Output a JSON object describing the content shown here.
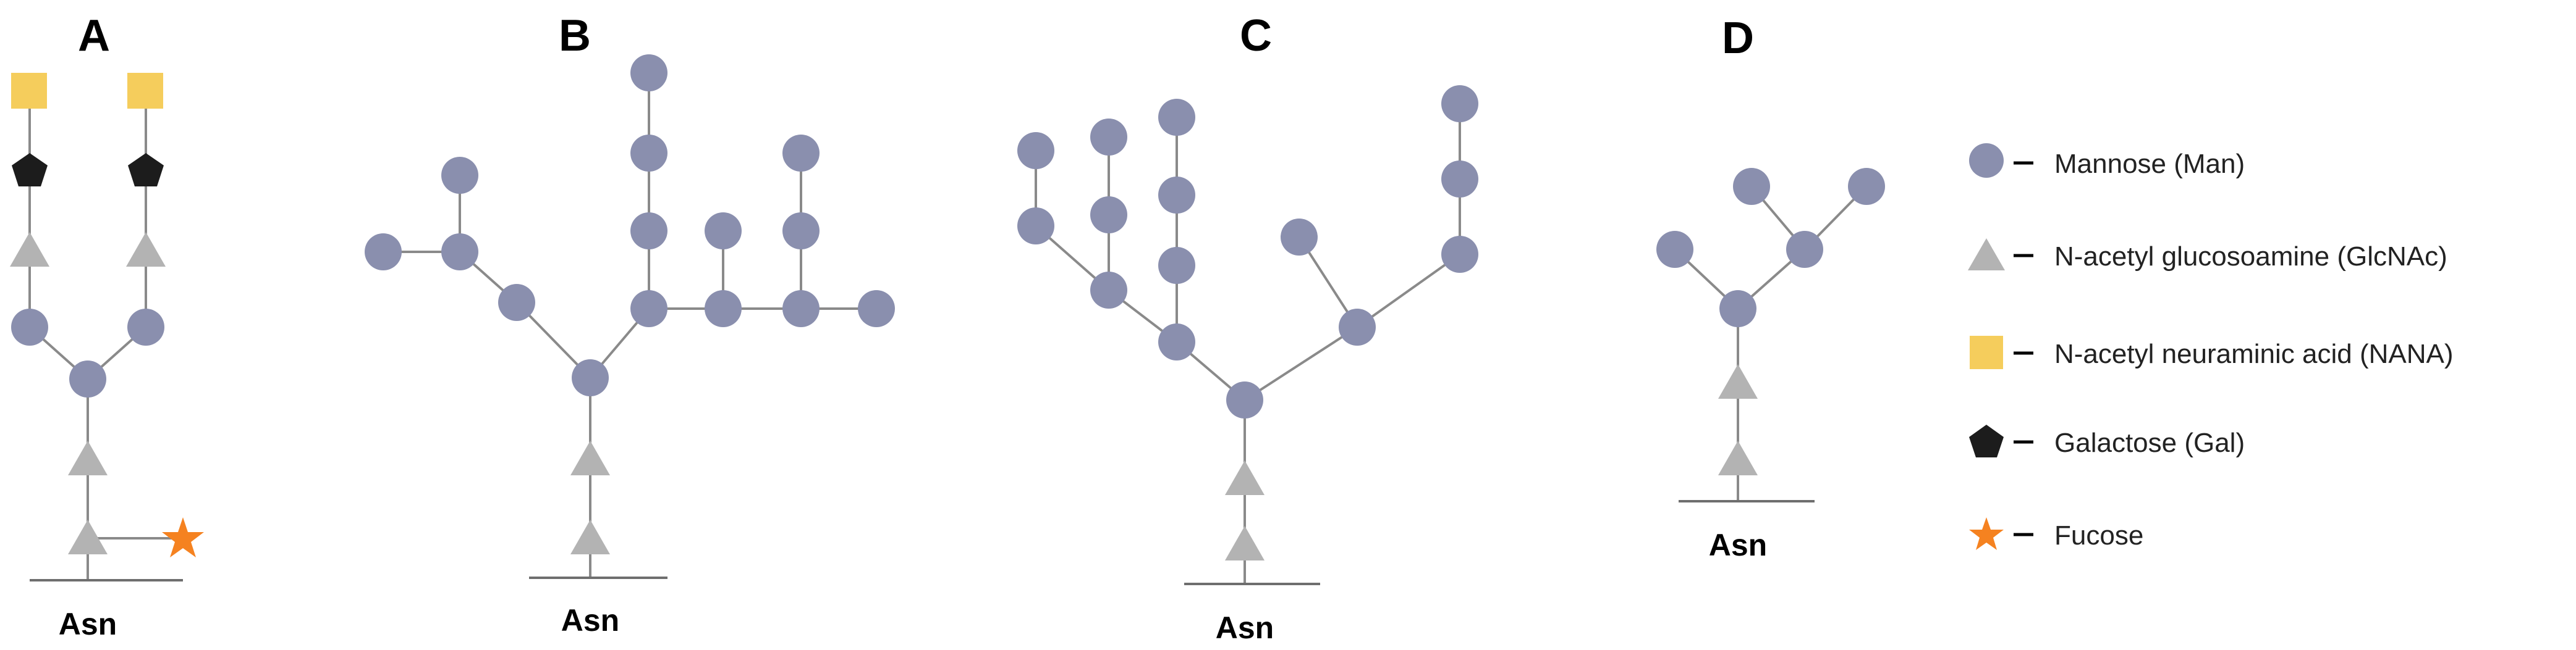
{
  "panels": [
    {
      "label": "A",
      "anchor_label": "Asn"
    },
    {
      "label": "B",
      "anchor_label": "Asn"
    },
    {
      "label": "C",
      "anchor_label": "Asn"
    },
    {
      "label": "D",
      "anchor_label": "Asn"
    }
  ],
  "legend": [
    {
      "symbol": "circle",
      "color": "#8a8fae",
      "label": "Mannose (Man)"
    },
    {
      "symbol": "triangle",
      "color": "#b3b3b3",
      "label": "N-acetyl glucosoamine (GlcNAc)"
    },
    {
      "symbol": "square",
      "color": "#f5cd5c",
      "label": "N-acetyl neuraminic acid (NANA)"
    },
    {
      "symbol": "pentagon",
      "color": "#1c1c1c",
      "label": "Galactose (Gal)"
    },
    {
      "symbol": "star",
      "color": "#f58220",
      "label": "Fucose"
    }
  ],
  "colors": {
    "mannose": "#8a8fae",
    "glcnac": "#b3b3b3",
    "nana": "#f5cd5c",
    "galactose": "#1c1c1c",
    "fucose": "#f58220"
  }
}
